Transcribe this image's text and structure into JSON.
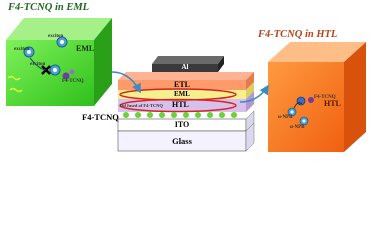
{
  "left_box": {
    "title": "F4-TCNQ in EML",
    "layer_label": "EML",
    "particle_labels": [
      "exciton",
      "exciton",
      "exciton",
      "F4-TCNQ"
    ],
    "colors": {
      "front": "#4ddc2a",
      "top": "#9af07c",
      "side": "#2fa51f"
    }
  },
  "right_box": {
    "title": "F4-TCNQ in HTL",
    "layer_label": "HTL",
    "particle_labels": [
      "F4-TCNQ",
      "α-NPB",
      "α-NPB"
    ],
    "colors": {
      "front": "#ff7a1c",
      "top": "#ffb37a",
      "side": "#e45a0d"
    }
  },
  "device_stack": {
    "layers": [
      {
        "name": "Al",
        "color": "#3a3a3a"
      },
      {
        "name": "ETL",
        "color": "#ff9a6b"
      },
      {
        "name": "EML",
        "color": "#f6ef8e"
      },
      {
        "name": "HTL",
        "color": "#d8c0ec"
      },
      {
        "name": "ITO",
        "color": "#ffffff"
      },
      {
        "name": "Glass",
        "color": "#f2f0ff"
      }
    ],
    "dopant_label": "F4-TCNQ",
    "interface_note": "Dif fused of F4-TCNQ"
  }
}
